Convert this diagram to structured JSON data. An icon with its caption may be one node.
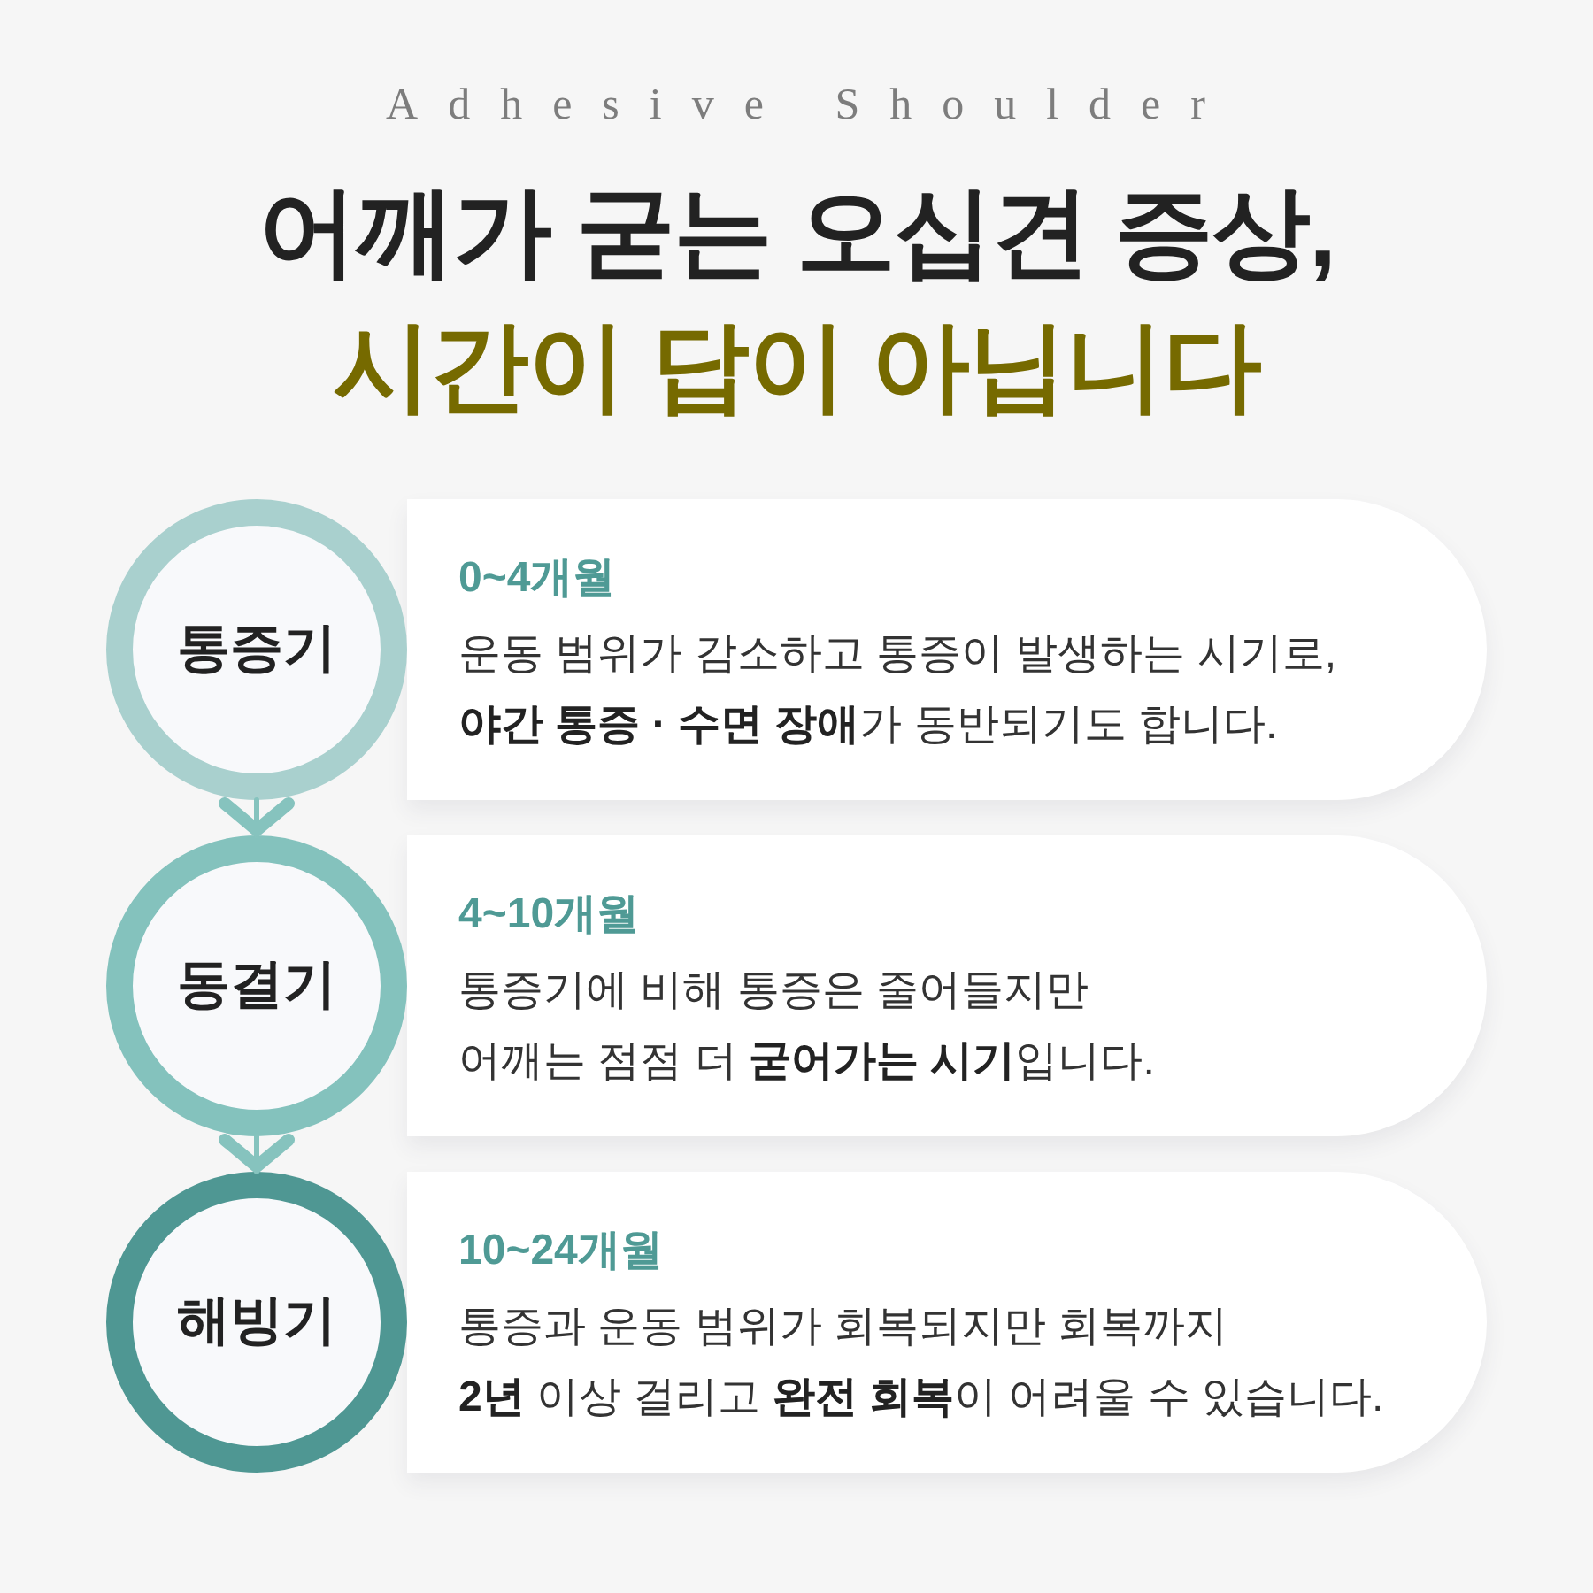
{
  "diagram": {
    "title": "어깨가 굳는 오십견 증상, 시간이 답이 아닙니다",
    "nodes": [
      {
        "text": [
          "통증기"
        ]
      },
      {
        "text": [
          "0~4개월",
          "운동 범위가 감소하고 통증이 발생하는 시기로, **야간 통증 · 수면 장애**가 동반되기도 합니다."
        ]
      },
      {
        "text": [
          "동결기"
        ]
      },
      {
        "text": [
          "4~10개월",
          "통증기에 비해 통증은 줄어들지만 어깨는 점점 더 **굳어가는 시기**입니다."
        ]
      },
      {
        "text": [
          "해빙기"
        ]
      },
      {
        "text": [
          "10~24개월",
          "통증과 운동 범위가 회복되지만 회복까지 **2년** 이상 걸리고 **완전 회복**이 어려울 수 있습니다."
        ]
      }
    ],
    "edges": [
      {
        "from": 0,
        "to": 2,
        "arrow": "to"
      },
      {
        "from": 2,
        "to": 4,
        "arrow": "to"
      }
    ],
    "labels": [
      "Adhesive Shoulder"
    ]
  }
}
